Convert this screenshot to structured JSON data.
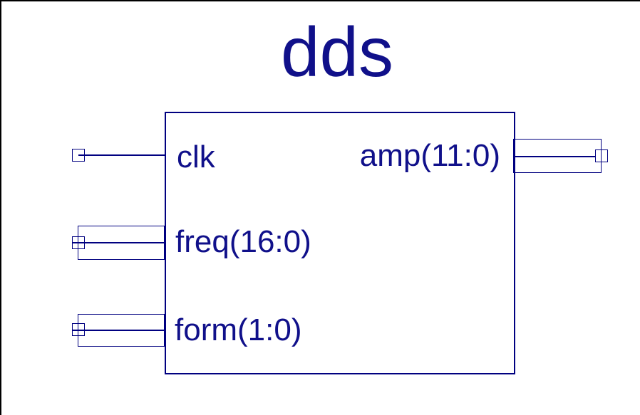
{
  "window": {
    "background": "#ffffff",
    "frame_border_color": "#000000"
  },
  "schematic": {
    "title": "dds",
    "colors": {
      "line_color": "#000080",
      "text_color": "#10108a"
    },
    "component": {
      "name": "dds",
      "input_ports": [
        {
          "label": "clk",
          "kind": "single-wire"
        },
        {
          "label": "freq(16:0)",
          "kind": "bus"
        },
        {
          "label": "form(1:0)",
          "kind": "bus"
        }
      ],
      "output_ports": [
        {
          "label": "amp(11:0)",
          "kind": "bus"
        }
      ]
    }
  }
}
